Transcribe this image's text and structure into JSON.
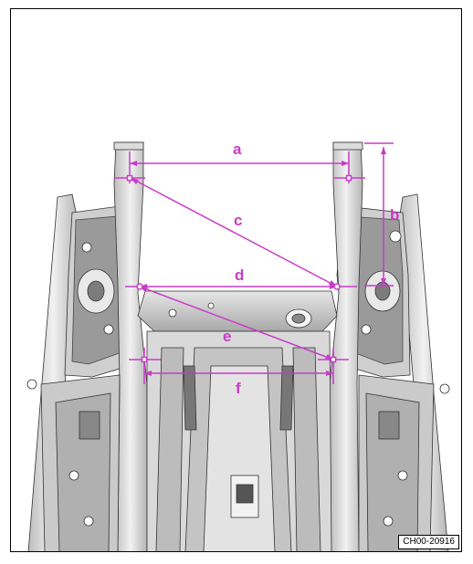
{
  "figure": {
    "code": "CH00-20916",
    "accent_color": "#c83bc8",
    "labels": {
      "a": "a",
      "b": "b",
      "c": "c",
      "d": "d",
      "e": "e",
      "f": "f"
    }
  }
}
